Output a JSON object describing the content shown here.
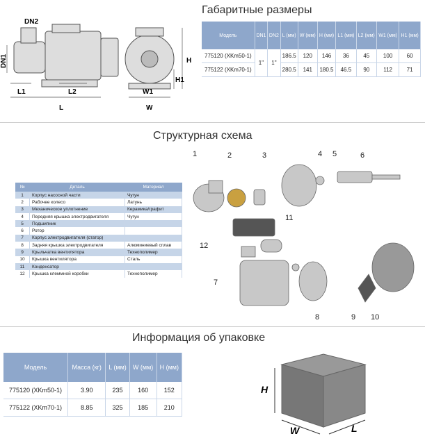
{
  "dimensions": {
    "title": "Габаритные размеры",
    "headers": [
      "Модель",
      "DN1",
      "DN2",
      "L (мм)",
      "W (мм)",
      "H (мм)",
      "L1 (мм)",
      "L2 (мм)",
      "W1 (мм)",
      "H1 (мм)"
    ],
    "rows": [
      [
        "775120 (XKm50-1)",
        "1\"",
        "1\"",
        "186.5",
        "120",
        "146",
        "36",
        "45",
        "100",
        "60"
      ],
      [
        "775122 (XKm70-1)",
        "",
        "",
        "280.5",
        "141",
        "180.5",
        "46.5",
        "90",
        "112",
        "71"
      ]
    ],
    "drawing_labels": [
      "DN2",
      "DN1",
      "L1",
      "L2",
      "L",
      "W1",
      "W",
      "H",
      "H1"
    ]
  },
  "structure": {
    "title": "Структурная схема",
    "headers": [
      "№",
      "Деталь",
      "Материал"
    ],
    "rows": [
      [
        "1",
        "Корпус насосной части",
        "Чугун"
      ],
      [
        "2",
        "Рабочее колесо",
        "Латунь"
      ],
      [
        "3",
        "Механическое уплотнение",
        "Керамика/графит"
      ],
      [
        "4",
        "Передняя крышка электродвигателя",
        "Чугун"
      ],
      [
        "5",
        "Подшипник",
        ""
      ],
      [
        "6",
        "Ротор",
        ""
      ],
      [
        "7",
        "Корпус электродвигателя (статор)",
        ""
      ],
      [
        "8",
        "Задняя крышка электродвигателя",
        "Алюминиевый сплав"
      ],
      [
        "9",
        "Крыльчатка вентилятора",
        "Технополимер"
      ],
      [
        "10",
        "Крышка вентилятора",
        "Сталь"
      ],
      [
        "11",
        "Конденсатор",
        ""
      ],
      [
        "12",
        "Крышка клеммной коробки",
        "Технополимер"
      ]
    ],
    "callouts": [
      "1",
      "2",
      "3",
      "4",
      "5",
      "6",
      "7",
      "8",
      "9",
      "10",
      "11",
      "12"
    ]
  },
  "packaging": {
    "title": "Информация об упаковке",
    "headers": [
      "Модель",
      "Масса (кг)",
      "L (мм)",
      "W (мм)",
      "H (мм)"
    ],
    "rows": [
      [
        "775120 (XKm50-1)",
        "3.90",
        "235",
        "160",
        "152"
      ],
      [
        "775122 (XKm70-1)",
        "8.85",
        "325",
        "185",
        "210"
      ]
    ],
    "box_labels": [
      "H",
      "W",
      "L"
    ]
  }
}
